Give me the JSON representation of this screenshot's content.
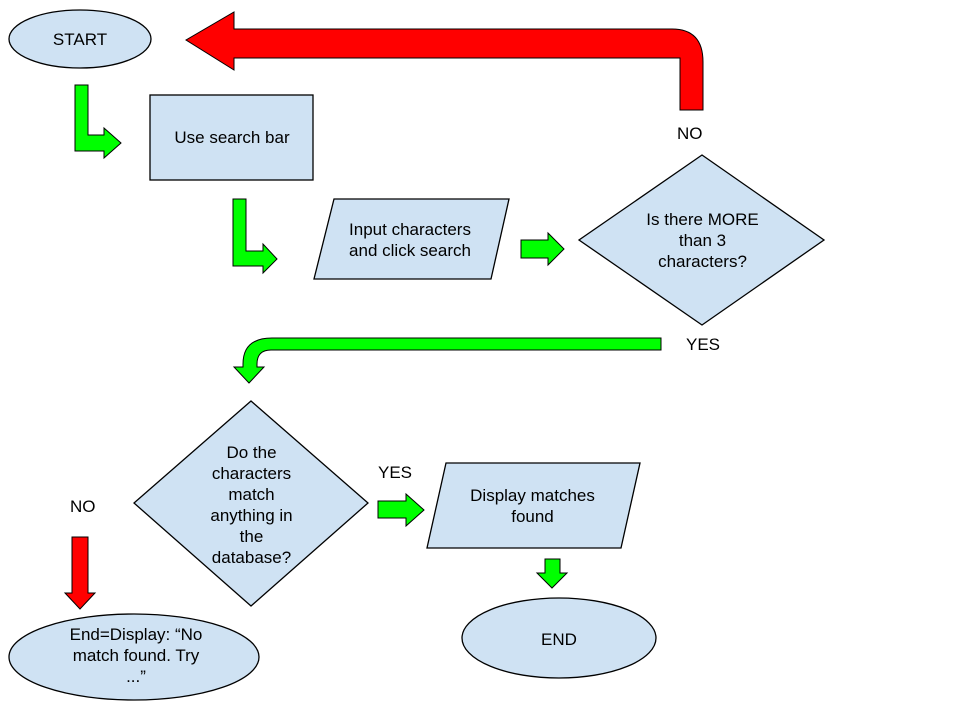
{
  "colors": {
    "node_fill": "#cfe2f3",
    "yes_arrow": "#00ff00",
    "no_arrow": "#ff0000",
    "stroke": "#000000"
  },
  "nodes": {
    "start": "START",
    "search_bar": "Use search bar",
    "input": "Input characters and click search",
    "check_length": "Is there MORE than 3 characters?",
    "check_match": "Do the characters match anything in the database?",
    "display_matches": "Display matches found",
    "end": "END",
    "end_no_match": "End=Display: “No match found. Try ...”"
  },
  "edge_labels": {
    "length_no": "NO",
    "length_yes": "YES",
    "match_yes": "YES",
    "match_no": "NO"
  }
}
